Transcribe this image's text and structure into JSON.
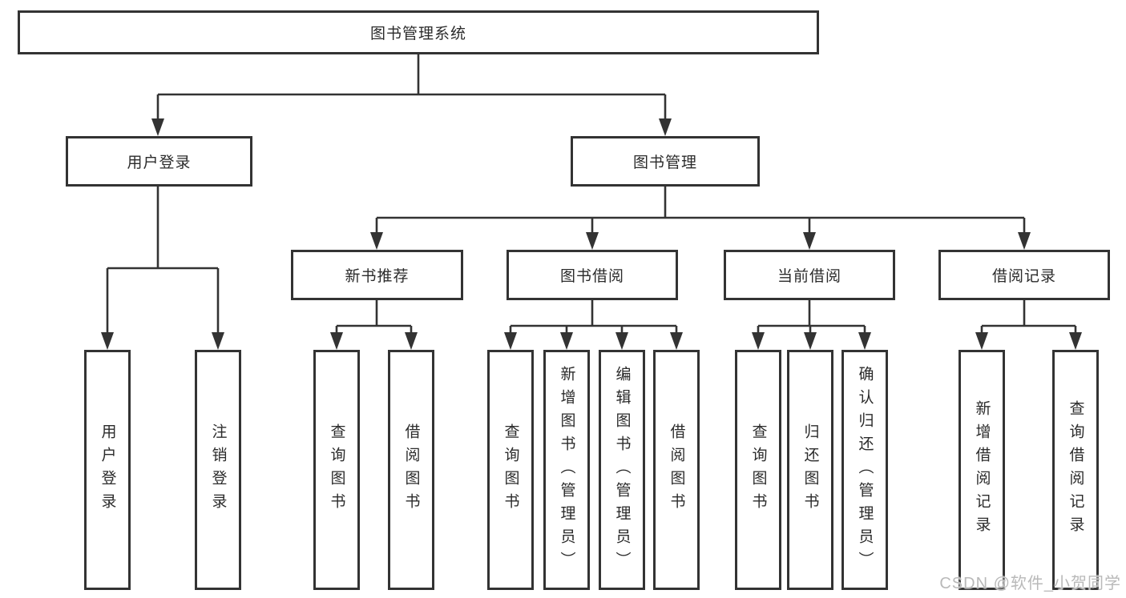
{
  "diagram": {
    "type": "tree",
    "root": {
      "label": "图书管理系统",
      "children": [
        {
          "label": "用户登录",
          "children": [
            {
              "label": "用户登录"
            },
            {
              "label": "注销登录"
            }
          ]
        },
        {
          "label": "图书管理",
          "children": [
            {
              "label": "新书推荐",
              "children": [
                {
                  "label": "查询图书"
                },
                {
                  "label": "借阅图书"
                }
              ]
            },
            {
              "label": "图书借阅",
              "children": [
                {
                  "label": "查询图书"
                },
                {
                  "label": "新增图书（管理员）"
                },
                {
                  "label": "编辑图书（管理员）"
                },
                {
                  "label": "借阅图书"
                }
              ]
            },
            {
              "label": "当前借阅",
              "children": [
                {
                  "label": "查询图书"
                },
                {
                  "label": "归还图书"
                },
                {
                  "label": "确认归还（管理员）"
                }
              ]
            },
            {
              "label": "借阅记录",
              "children": [
                {
                  "label": "新增借阅记录"
                },
                {
                  "label": "查询借阅记录"
                }
              ]
            }
          ]
        }
      ]
    }
  },
  "watermark": "CSDN @软件_小贺同学",
  "colors": {
    "line": "#333333",
    "box_border": "#333333",
    "text": "#2b2b2b",
    "watermark": "#b9b9b9",
    "background": "#ffffff"
  }
}
